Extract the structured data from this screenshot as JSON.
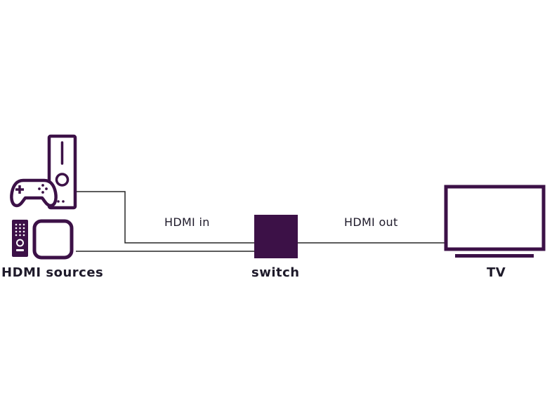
{
  "colors": {
    "accent": "#3c1147",
    "line": "#262626",
    "text": "#1e1a2a",
    "background": "#ffffff"
  },
  "icons": {
    "console": "game-console-icon",
    "gamepad": "gamepad-icon",
    "remote": "remote-control-icon",
    "media_box": "media-box-icon",
    "switch": "switch-box",
    "tv": "tv-icon"
  },
  "labels": {
    "sources": "HDMI sources",
    "switch": "switch",
    "tv": "TV",
    "hdmi_in": "HDMI in",
    "hdmi_out": "HDMI out"
  }
}
